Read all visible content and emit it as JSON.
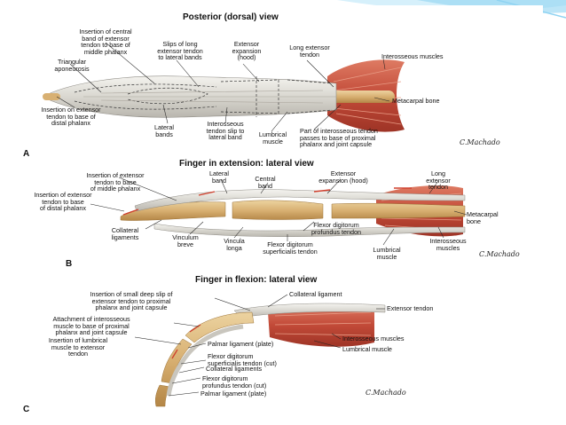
{
  "colors": {
    "slide_deco": "#8fd3f2",
    "slide_deco_light": "#d6f0fb",
    "bone": "#d8b072",
    "bone_dark": "#b48646",
    "tendon": "#dcdad4",
    "muscle": "#c24a38",
    "muscle_light": "#de7b63",
    "arrow_red": "#d0402e",
    "line": "#222222"
  },
  "panel_a": {
    "title": "Posterior (dorsal) view",
    "letter": "A",
    "signature": "C.Machado",
    "labels": {
      "insertion_central_band": "Insertion of central\nband of extensor\ntendon to base of\nmiddle phalanx",
      "triangular_aponeurosis": "Triangular\naponeurosis",
      "insertion_distal": "Insertion on extensor\ntendon to base of\ndistal phalanx",
      "slips_long_extensor": "Slips of long\nextensor tendon\nto lateral bands",
      "extensor_expansion": "Extensor\nexpansion\n(hood)",
      "long_extensor_tendon": "Long extensor\ntendon",
      "interosseous_muscles": "Interosseous muscles",
      "metacarpal_bone": "Metacarpal bone",
      "lateral_bands": "Lateral\nbands",
      "interosseous_slip": "Interosseous\ntendon slip to\nlateral band",
      "lumbrical_muscle": "Lumbrical\nmuscle",
      "part_interosseous": "Part of interosseous tendon\npasses to base of proximal\nphalanx and joint capsule"
    }
  },
  "panel_b": {
    "title": "Finger in extension: lateral view",
    "letter": "B",
    "signature": "C.Machado",
    "labels": {
      "insertion_middle": "Insertion of extensor\ntendon to base\nof middle phalanx",
      "lateral_band": "Lateral\nband",
      "central_band": "Central\nband",
      "extensor_expansion": "Extensor\nexpansion (hood)",
      "long_extensor_tendon": "Long\nextensor\ntendon",
      "insertion_distal": "Insertion of extensor\ntendon to base\nof distal phalanx",
      "metacarpal_bone": "Metacarpal\nbone",
      "collateral_ligaments": "Collateral\nligaments",
      "vinculum_breve": "Vinculum\nbreve",
      "vincula_longa": "Vincula\nlonga",
      "flexor_profundus": "Flexor digitorum\nprofundus tendon",
      "flexor_superficialis": "Flexor digitorum\nsuperficialis tendon",
      "lumbrical_muscle": "Lumbrical\nmuscle",
      "interosseous_muscles": "Interosseous\nmuscles"
    }
  },
  "panel_c": {
    "title": "Finger in flexion: lateral view",
    "letter": "C",
    "signature": "C.Machado",
    "labels": {
      "insertion_small_deep_slip": "Insertion of small deep slip of\nextensor tendon to proximal\nphalanx and joint capsule",
      "collateral_ligament": "Collateral ligament",
      "extensor_tendon": "Extensor tendon",
      "attachment_interosseous": "Attachment of interosseous\nmuscle to base of proximal\nphalanx and joint capsule",
      "insertion_lumbrical": "Insertion of lumbrical\nmuscle to extensor\ntendon",
      "interosseous_muscles": "Interosseous muscles",
      "lumbrical_muscle": "Lumbrical muscle",
      "palmar_ligament_1": "Palmar ligament (plate)",
      "flexor_superficialis": "Flexor digitorum\nsuperficialis tendon (cut)",
      "collateral_ligaments": "Collateral ligaments",
      "flexor_profundus": "Flexor digitorum\nprofundus tendon (cut)",
      "palmar_ligament_2": "Palmar ligament (plate)"
    }
  }
}
